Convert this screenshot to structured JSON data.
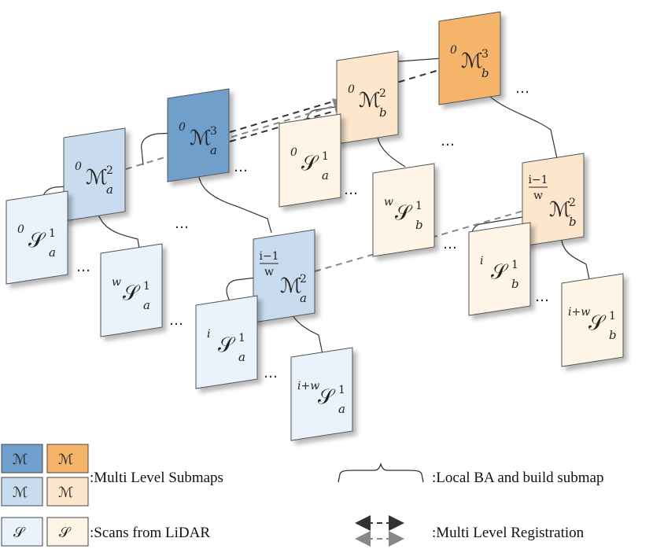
{
  "colors": {
    "blue_dark": "#6f9fcc",
    "blue_mid": "#c9dcef",
    "blue_light": "#eaf3fc",
    "orange_dark": "#f6b46b",
    "orange_mid": "#fde6cc",
    "orange_light": "#fff5e6",
    "reg_dark": "#333333",
    "reg_gray": "#888888"
  },
  "nodes": {
    "a3": {
      "pre": "0",
      "sym": "ℳ",
      "sup": "3",
      "sub": "a"
    },
    "a2": {
      "pre": "0",
      "sym": "ℳ",
      "sup": "2",
      "sub": "a"
    },
    "ai2": {
      "pre_num": "i−1",
      "pre_den": "w",
      "sym": "ℳ",
      "sup": "2",
      "sub": "a"
    },
    "as0": {
      "pre": "0",
      "sym": "𝒮",
      "sup": "1",
      "sub": "a"
    },
    "asw": {
      "pre": "w",
      "sym": "𝒮",
      "sup": "1",
      "sub": "a"
    },
    "asi": {
      "pre": "i",
      "sym": "𝒮",
      "sup": "1",
      "sub": "a"
    },
    "asiw": {
      "pre": "i+w",
      "sym": "𝒮",
      "sup": "1",
      "sub": "a"
    },
    "b3": {
      "pre": "0",
      "sym": "ℳ",
      "sup": "3",
      "sub": "b"
    },
    "b2": {
      "pre": "0",
      "sym": "ℳ",
      "sup": "2",
      "sub": "b"
    },
    "bi2": {
      "pre_num": "i−1",
      "pre_den": "w",
      "sym": "ℳ",
      "sup": "2",
      "sub": "b"
    },
    "bs0": {
      "pre": "0",
      "sym": "𝒮",
      "sup": "1",
      "sub": "a"
    },
    "bsw": {
      "pre": "w",
      "sym": "𝒮",
      "sup": "1",
      "sub": "b"
    },
    "bsi": {
      "pre": "i",
      "sym": "𝒮",
      "sup": "1",
      "sub": "b"
    },
    "bsiw": {
      "pre": "i+w",
      "sym": "𝒮",
      "sup": "1",
      "sub": "b"
    }
  },
  "ellipsis": "…",
  "legend": {
    "submaps_label": ":Multi Level Submaps",
    "scans_label": ":Scans from LiDAR",
    "local_ba_label": ":Local BA and build submap",
    "registration_label": ":Multi Level Registration",
    "m_symbol": "ℳ",
    "s_symbol": "𝒮"
  }
}
